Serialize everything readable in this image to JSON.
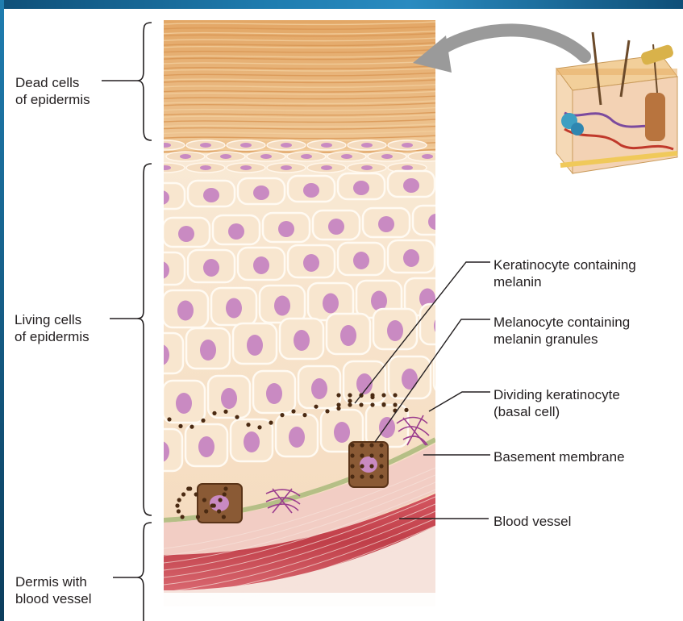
{
  "labels": {
    "dead_cells": "Dead cells\nof epidermis",
    "living_cells": "Living cells\nof epidermis",
    "dermis": "Dermis with\nblood vessel",
    "keratinocyte": "Keratinocyte containing\nmelanin",
    "melanocyte": "Melanocyte containing\nmelanin granules",
    "dividing": "Dividing keratinocyte\n(basal cell)",
    "basement": "Basement membrane",
    "blood_vessel": "Blood vessel"
  },
  "colors": {
    "frame_blue": "#1f7db0",
    "dead_layer": "#e8b47a",
    "cell_fill": "#f7e6cf",
    "nucleus": "#c98ac2",
    "melanin": "#5a3418",
    "vessel": "#c9474f",
    "dermis": "#f3d6cd",
    "membrane": "#b8c28a"
  }
}
